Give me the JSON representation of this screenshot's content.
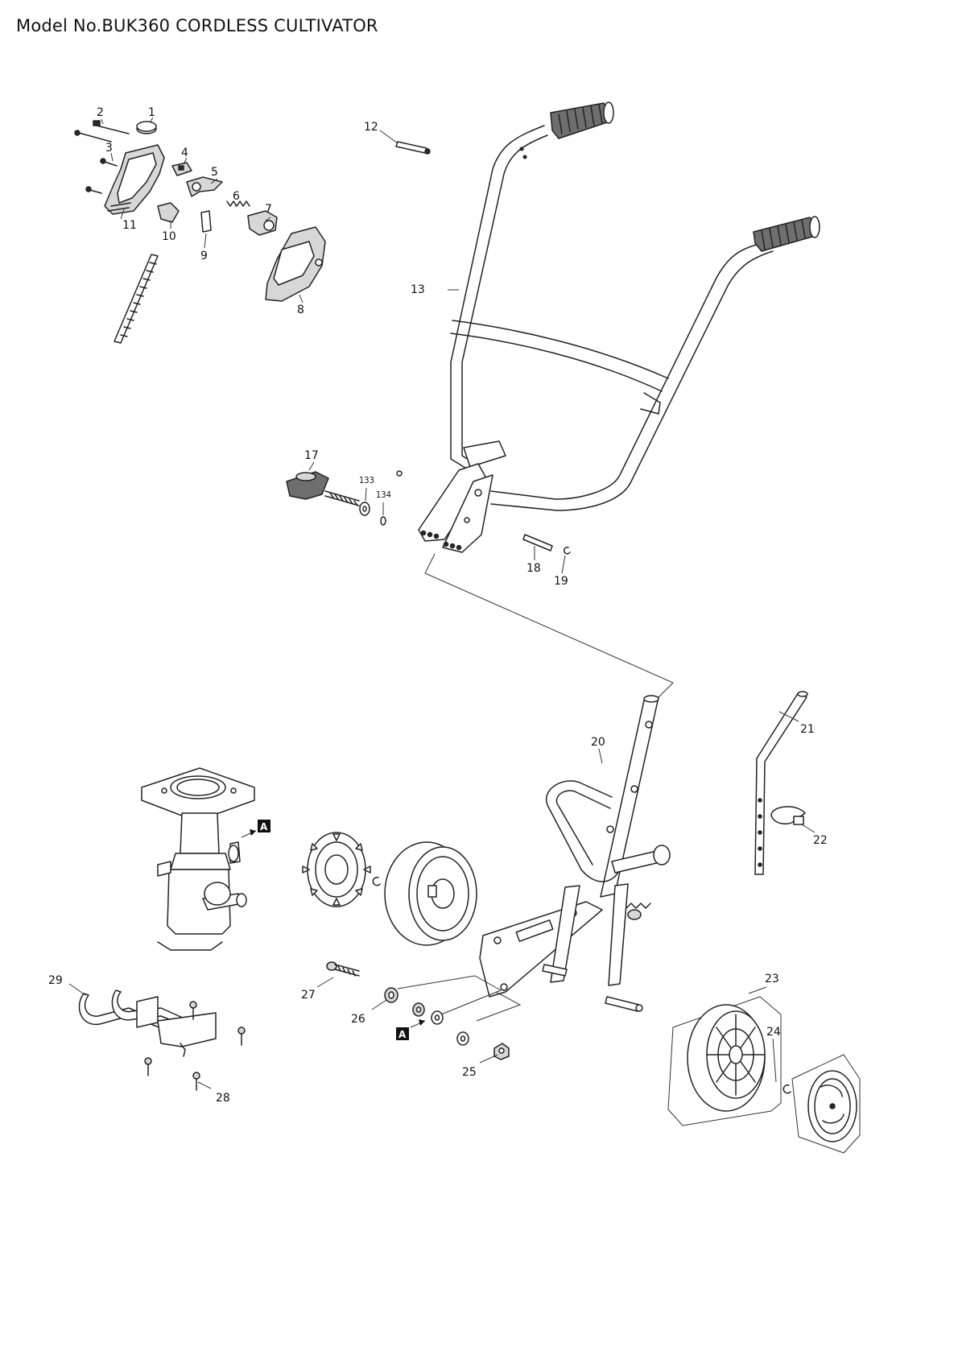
{
  "document": {
    "title": "Model No.BUK360 CORDLESS CULTIVATOR"
  },
  "callouts": {
    "c1": "1",
    "c2": "2",
    "c3": "3",
    "c4": "4",
    "c5": "5",
    "c6": "6",
    "c7": "7",
    "c8": "8",
    "c9": "9",
    "c10": "10",
    "c11": "11",
    "c12": "12",
    "c13": "13",
    "c17": "17",
    "c133": "133",
    "c134": "134",
    "c18": "18",
    "c19": "19",
    "c20": "20",
    "c21": "21",
    "c22": "22",
    "c23": "23",
    "c24": "24",
    "c25": "25",
    "c26": "26",
    "c27": "27",
    "c28": "28",
    "c29": "29"
  },
  "reference_marks": {
    "ref_a1": "A",
    "ref_a2": "A"
  }
}
